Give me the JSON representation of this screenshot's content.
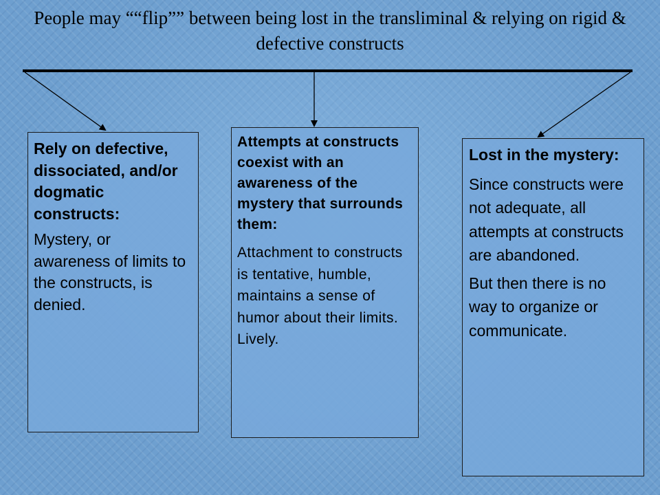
{
  "title": "People may ““flip”” between being lost in the transliminal  & relying on rigid & defective constructs",
  "boxes": {
    "left": {
      "heading": "Rely on defective, dissociated, and/or dogmatic constructs:",
      "body": "Mystery, or awareness of limits to the constructs, is denied."
    },
    "middle": {
      "heading": "Attempts at constructs coexist with an awareness of the mystery that surrounds  them:",
      "body": "Attachment to constructs is tentative, humble, maintains a sense of humor about their limits.  Lively."
    },
    "right": {
      "heading": "Lost in the mystery:",
      "body1": "Since constructs were not adequate, all attempts at constructs are abandoned.",
      "body2": "But then there is no way to organize or communicate."
    }
  }
}
